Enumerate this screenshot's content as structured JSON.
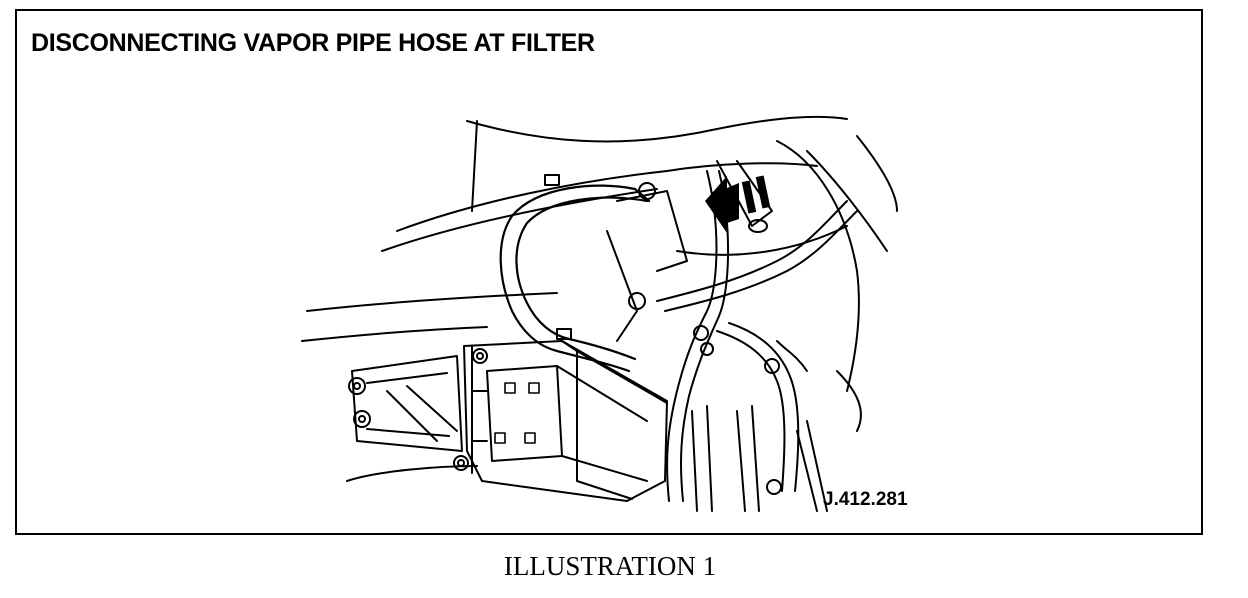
{
  "figure": {
    "title": "DISCONNECTING VAPOR PIPE HOSE AT FILTER",
    "reference": "J.412.281",
    "caption": "ILLUSTRATION 1"
  },
  "colors": {
    "ink": "#000000",
    "paper": "#ffffff"
  },
  "icons": [
    "direction-arrow-icon",
    "bolt-icon",
    "clip-icon"
  ]
}
